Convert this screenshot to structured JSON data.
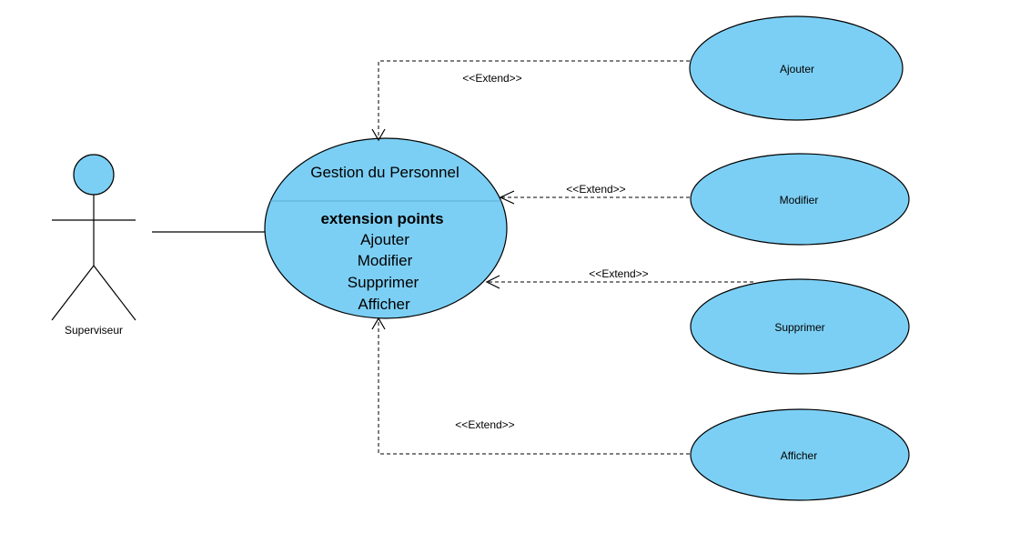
{
  "colors": {
    "usecase_fill": "#7ccff4",
    "stroke": "#000000",
    "compartment_line": "#5aaed8"
  },
  "actor": {
    "name": "Superviseur"
  },
  "main_usecase": {
    "name": "Gestion du Personnel",
    "extension_points_header": "extension points",
    "extension_points": [
      "Ajouter",
      "Modifier",
      "Supprimer",
      "Afficher"
    ]
  },
  "extensions": [
    {
      "name": "Ajouter",
      "stereotype": "<<Extend>>"
    },
    {
      "name": "Modifier",
      "stereotype": "<<Extend>>"
    },
    {
      "name": "Supprimer",
      "stereotype": "<<Extend>>"
    },
    {
      "name": "Afficher",
      "stereotype": "<<Extend>>"
    }
  ]
}
